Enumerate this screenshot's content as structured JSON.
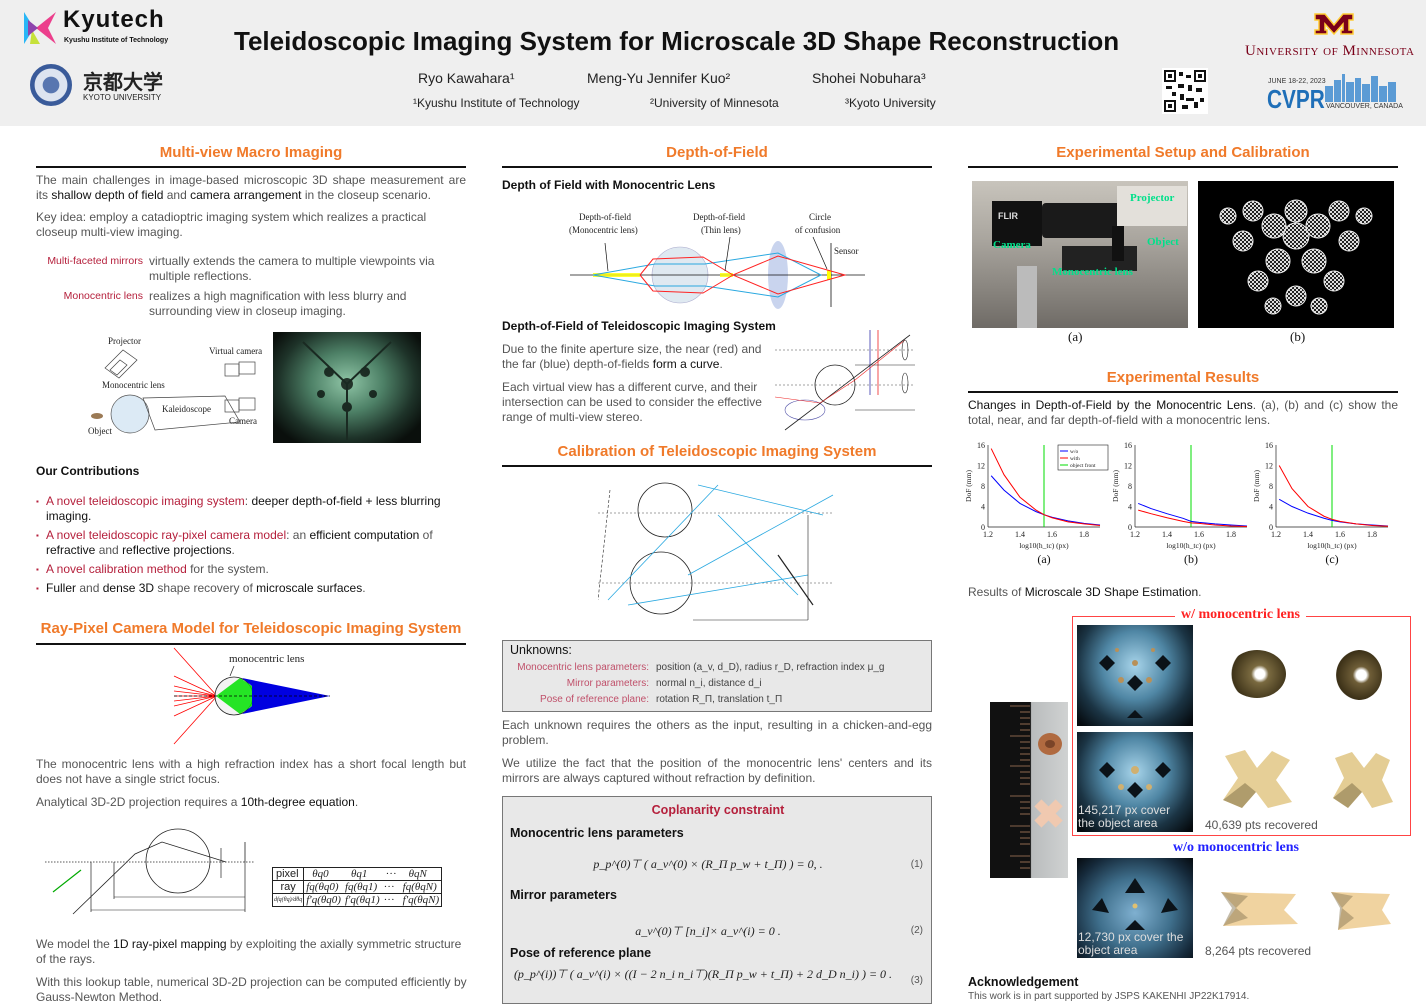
{
  "header": {
    "title": "Teleidoscopic Imaging System for Microscale 3D Shape Reconstruction",
    "authors": [
      "Ryo Kawahara¹",
      "Meng-Yu Jennifer Kuo²",
      "Shohei Nobuhara³"
    ],
    "affiliations": [
      "¹Kyushu Institute of Technology",
      "²University of Minnesota",
      "³Kyoto University"
    ],
    "logos": {
      "kyutech": "Kyutech",
      "kyutech_sub": "Kyushu Institute of Technology",
      "kyoto_jp": "京都大学",
      "kyoto_en": "KYOTO UNIVERSITY",
      "umn": "University of Minnesota",
      "cvpr_date": "JUNE 18-22, 2023",
      "cvpr": "CVPR",
      "cvpr_place": "VANCOUVER, CANADA"
    }
  },
  "colors": {
    "section_title": "#f07a2a",
    "highlight": "#b5203c",
    "header_bg": "#efefef"
  },
  "col1": {
    "s1_title": "Multi-view Macro Imaging",
    "p1": [
      [
        "The main challenges in image-based microscopic 3D shape measurement are its ",
        ""
      ],
      [
        "shallow depth of field",
        "b"
      ],
      [
        " and ",
        ""
      ],
      [
        "camera arrangement",
        "b"
      ],
      [
        " in the closeup scenario.",
        ""
      ]
    ],
    "p2": [
      [
        "Key idea",
        ""
      ],
      [
        ": employ a catadioptric imaging system which realizes a practical closeup multi-view imaging.",
        ""
      ]
    ],
    "defs": [
      {
        "term": "Multi-faceted mirrors",
        "desc": "virtually extends the camera to multiple viewpoints via multiple reflections."
      },
      {
        "term": "Monocentric lens",
        "desc": "realizes a high magnification with less blurry and surrounding view in closeup imaging."
      }
    ],
    "fig1_labels": {
      "projector": "Projector",
      "virtual_camera": "Virtual camera",
      "mono_lens": "Monocentric lens",
      "kaleidoscope": "Kaleidoscope",
      "camera": "Camera",
      "object": "Object"
    },
    "contrib_title": "Our Contributions",
    "contributions": [
      [
        [
          "A novel teleidoscopic imaging system",
          "r"
        ],
        [
          ":  ",
          ""
        ],
        [
          "deeper depth-of-field + less blurring imaging.",
          "b"
        ]
      ],
      [
        [
          "A novel teleidoscopic ray-pixel camera model",
          "r"
        ],
        [
          ": an ",
          ""
        ],
        [
          "efficient computation",
          "b"
        ],
        [
          " of ",
          ""
        ],
        [
          "refractive",
          "b"
        ],
        [
          " and ",
          ""
        ],
        [
          "reflective projections",
          "b"
        ],
        [
          ".",
          ""
        ]
      ],
      [
        [
          "A novel calibration method",
          "r"
        ],
        [
          " for the system.",
          ""
        ]
      ],
      [
        [
          "Fuller",
          "b"
        ],
        [
          " and ",
          ""
        ],
        [
          "dense 3D",
          "b"
        ],
        [
          " shape recovery of ",
          ""
        ],
        [
          "microscale surfaces",
          "b"
        ],
        [
          ".",
          ""
        ]
      ]
    ],
    "s2_title": "Ray-Pixel Camera Model for Teleidoscopic Imaging System",
    "lens_label": "monocentric lens",
    "p3": [
      [
        "The monocentric lens with a high refraction index has a short focal length but does not have a single strict focus.",
        ""
      ]
    ],
    "p4": [
      [
        "Analytical 3D-2D projection requires a ",
        ""
      ],
      [
        "10th-degree equation",
        "b"
      ],
      [
        ".",
        ""
      ]
    ],
    "table": {
      "rows": [
        [
          "pixel",
          "θq0",
          "θq1",
          "···",
          "θqN"
        ],
        [
          "ray",
          "fq(θq0)",
          "fq(θq1)",
          "···",
          "fq(θqN)"
        ],
        [
          "dfq(θq)/dθq",
          "f′q(θq0)",
          "f′q(θq1)",
          "···",
          "f′q(θqN)"
        ]
      ]
    },
    "p5": [
      [
        "We model the ",
        ""
      ],
      [
        "1D ray-pixel mapping",
        "b"
      ],
      [
        " by exploiting the axially symmetric structure of the rays.",
        ""
      ]
    ],
    "p6": [
      [
        "With this lookup table, numerical 3D-2D projection can be computed efficiently by Gauss-Newton Method.",
        ""
      ]
    ]
  },
  "col2": {
    "s1_title": "Depth-of-Field",
    "sub1": "Depth of Field with Monocentric Lens",
    "dof_labels": {
      "mono1": "Depth-of-field",
      "mono2": "(Monocentric lens)",
      "thin1": "Depth-of-field",
      "thin2": "(Thin lens)",
      "coc1": "Circle",
      "coc2": "of confusion",
      "sensor": "Sensor"
    },
    "sub2": "Depth-of-Field of Teleidoscopic Imaging System",
    "p1": [
      [
        "Due to the finite aperture size, the near (red) and the far (blue) depth-of-fields ",
        ""
      ],
      [
        "form a curve",
        "b"
      ],
      [
        ".",
        ""
      ]
    ],
    "p2": [
      [
        "Each virtual view has a different curve, and their intersection can be used to consider the effective range of multi-view stereo.",
        ""
      ]
    ],
    "s2_title": "Calibration of Teleidoscopic Imaging System",
    "unknowns": {
      "title": "Unknowns:",
      "rows": [
        {
          "label": "Monocentric lens parameters:",
          "value": "position (a_v,  d_D),   radius r_D,   refraction index μ_g"
        },
        {
          "label": "Mirror parameters:",
          "value": "normal n_i,   distance d_i"
        },
        {
          "label": "Pose of reference plane:",
          "value": "rotation R_Π,   translation t_Π"
        }
      ]
    },
    "p3": [
      [
        "Each unknown requires the others as the input, resulting in a chicken-and-egg problem.",
        ""
      ]
    ],
    "p4": [
      [
        "We utilize the fact that the position of the monocentric lens' centers and its mirrors are always captured without refraction by definition.",
        ""
      ]
    ],
    "coplanarity": {
      "title": "Coplanarity constraint",
      "items": [
        {
          "heading": "Monocentric lens parameters",
          "eq": "p_p^(0)⊤ ( a_v^(0) × (R_Π p_w + t_Π) ) = 0, .",
          "num": "(1)"
        },
        {
          "heading": "Mirror parameters",
          "eq": "a_v^(0)⊤ [n_i]× a_v^(i) = 0 .",
          "num": "(2)"
        },
        {
          "heading": "Pose of reference plane",
          "eq": "(p_p^(i))⊤ ( a_v^(i) × ((I − 2 n_i n_i⊤)(R_Π p_w + t_Π) + 2 d_D n_i) ) = 0 .",
          "num": "(3)"
        }
      ]
    }
  },
  "col3": {
    "s1_title": "Experimental Setup and Calibration",
    "photo_labels": {
      "projector": "Projector",
      "camera": "Camera",
      "object": "Object",
      "mono_lens": "Monocentric lens",
      "flir": "FLIR"
    },
    "cap_a": "(a)",
    "cap_b": "(b)",
    "s2_title": "Experimental Results",
    "p1": [
      [
        "Changes in Depth-of-Field by the Monocentric Lens",
        "b"
      ],
      [
        ".  (a), (b) and (c) show the total, near, and far depth-of-field with a monocentric lens.",
        ""
      ]
    ],
    "p2": [
      [
        "Results of ",
        ""
      ],
      [
        "Microscale 3D Shape Estimation",
        "b"
      ],
      [
        ".",
        ""
      ]
    ],
    "with_label": "w/ monocentric lens",
    "without_label": "w/o monocentric lens",
    "with_px": "145,217 px cover the object area",
    "with_pts": "40,639 pts recovered",
    "without_px": "12,730 px cover the object area",
    "without_pts": "8,264 pts recovered",
    "ack_title": "Acknowledgement",
    "ack_text": "This work is in part supported by JSPS KAKENHI JP22K17914."
  },
  "chart_data": [
    {
      "type": "line",
      "caption": "(a)",
      "xlabel": "log10(h_tc) (px)",
      "ylabel": "DoF (mm)",
      "xlim": [
        1.2,
        1.9
      ],
      "ylim": [
        0,
        16
      ],
      "xticks": [
        "1.2",
        "1.4",
        "1.6",
        "1.8"
      ],
      "yticks": [
        "0",
        "4",
        "8",
        "12",
        "16"
      ],
      "legend": [
        "w/o",
        "with",
        "object front"
      ],
      "legend_position": "top-right",
      "vline": 1.55,
      "x": [
        1.22,
        1.3,
        1.4,
        1.5,
        1.55,
        1.6,
        1.7,
        1.8,
        1.9
      ],
      "series": [
        {
          "name": "w/o",
          "color": "#0000ff",
          "values": [
            10,
            7.2,
            4.6,
            3.0,
            2.4,
            1.9,
            1.2,
            0.7,
            0.4
          ]
        },
        {
          "name": "with",
          "color": "#ff0000",
          "values": [
            15.3,
            10.2,
            5.8,
            3.3,
            2.4,
            1.8,
            1.0,
            0.6,
            0.3
          ]
        }
      ]
    },
    {
      "type": "line",
      "caption": "(b)",
      "xlabel": "log10(h_tc) (px)",
      "ylabel": "DoF (mm)",
      "xlim": [
        1.2,
        1.9
      ],
      "ylim": [
        0,
        16
      ],
      "xticks": [
        "1.2",
        "1.4",
        "1.6",
        "1.8"
      ],
      "yticks": [
        "0",
        "4",
        "8",
        "12",
        "16"
      ],
      "vline": 1.55,
      "x": [
        1.22,
        1.3,
        1.4,
        1.5,
        1.55,
        1.6,
        1.7,
        1.8,
        1.9
      ],
      "series": [
        {
          "name": "w/o",
          "color": "#0000ff",
          "values": [
            4.6,
            3.6,
            2.6,
            1.7,
            1.1,
            0.9,
            0.6,
            0.4,
            0.2
          ]
        },
        {
          "name": "with",
          "color": "#ff0000",
          "values": [
            3.3,
            2.6,
            1.8,
            1.1,
            0.8,
            0.7,
            0.4,
            0.2,
            0.1
          ]
        }
      ]
    },
    {
      "type": "line",
      "caption": "(c)",
      "xlabel": "log10(h_tc) (px)",
      "ylabel": "DoF (mm)",
      "xlim": [
        1.2,
        1.9
      ],
      "ylim": [
        0,
        16
      ],
      "xticks": [
        "1.2",
        "1.4",
        "1.6",
        "1.8"
      ],
      "yticks": [
        "0",
        "4",
        "8",
        "12",
        "16"
      ],
      "vline": 1.55,
      "x": [
        1.22,
        1.3,
        1.4,
        1.5,
        1.55,
        1.6,
        1.7,
        1.8,
        1.9
      ],
      "series": [
        {
          "name": "w/o",
          "color": "#0000ff",
          "values": [
            5.4,
            4.0,
            2.7,
            1.7,
            1.3,
            1.0,
            0.6,
            0.4,
            0.2
          ]
        },
        {
          "name": "with",
          "color": "#ff0000",
          "values": [
            12,
            7.5,
            4.0,
            2.1,
            1.5,
            1.1,
            0.6,
            0.3,
            0.15
          ]
        }
      ]
    }
  ]
}
